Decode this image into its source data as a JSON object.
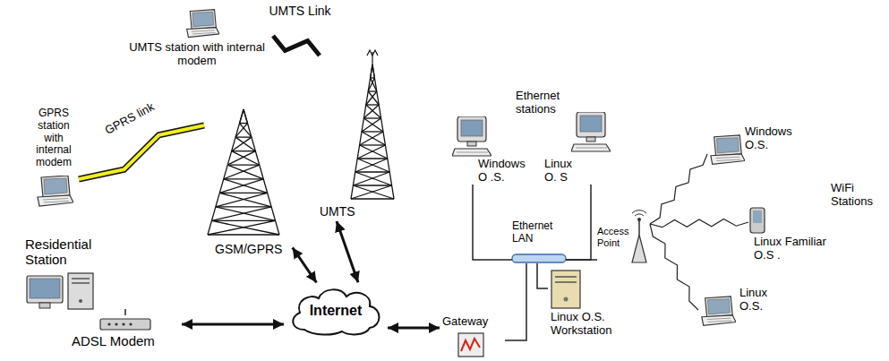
{
  "diagram": {
    "nodes": [
      {
        "text": [
          "UMTS station with internal modem"
        ]
      },
      {
        "text": [
          "GPRS station with internal modem"
        ]
      },
      {
        "text": [
          "GSM/GPRS"
        ]
      },
      {
        "text": [
          "UMTS"
        ]
      },
      {
        "text": [
          "Residential Station"
        ]
      },
      {
        "text": [
          "ADSL Modem"
        ]
      },
      {
        "text": [
          "Internet"
        ]
      },
      {
        "text": [
          "Gateway"
        ]
      },
      {
        "text": [
          "Ethernet LAN"
        ]
      },
      {
        "text": [
          "Windows O .S."
        ]
      },
      {
        "text": [
          "Linux O. S"
        ]
      },
      {
        "text": [
          "Linux O.S. Workstation"
        ]
      },
      {
        "text": [
          "Access Point"
        ]
      },
      {
        "text": [
          "Windows O.S."
        ]
      },
      {
        "text": [
          "Linux Familiar O.S ."
        ]
      },
      {
        "text": [
          "Linux O.S."
        ]
      }
    ],
    "edges": [
      {
        "from": 0,
        "to": 3,
        "arrow": "none",
        "label": "UMTS Link"
      },
      {
        "from": 1,
        "to": 2,
        "arrow": "none",
        "label": "GPRS link"
      },
      {
        "from": 2,
        "to": 6,
        "arrow": "both"
      },
      {
        "from": 3,
        "to": 6,
        "arrow": "both"
      },
      {
        "from": 5,
        "to": 6,
        "arrow": "both"
      },
      {
        "from": 4,
        "to": 5,
        "arrow": "none"
      },
      {
        "from": 6,
        "to": 7,
        "arrow": "both"
      },
      {
        "from": 7,
        "to": 8,
        "arrow": "none"
      },
      {
        "from": 9,
        "to": 8,
        "arrow": "none"
      },
      {
        "from": 10,
        "to": 8,
        "arrow": "none"
      },
      {
        "from": 11,
        "to": 8,
        "arrow": "none"
      },
      {
        "from": 8,
        "to": 12,
        "arrow": "none"
      },
      {
        "from": 12,
        "to": 13,
        "arrow": "none"
      },
      {
        "from": 12,
        "to": 14,
        "arrow": "none"
      },
      {
        "from": 12,
        "to": 15,
        "arrow": "none"
      }
    ],
    "labels": [
      "Ethernet stations",
      "WiFi Stations"
    ]
  }
}
